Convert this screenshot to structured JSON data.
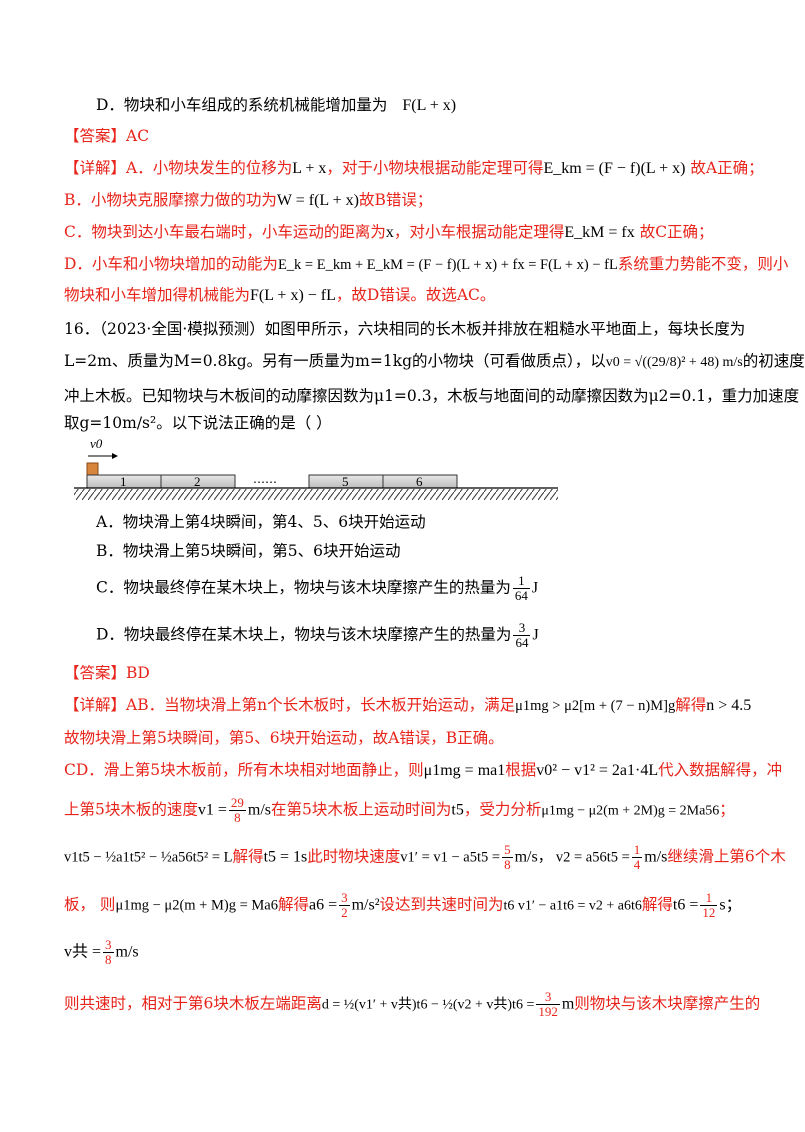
{
  "q15": {
    "option_d": "D．物块和小车组成的系统机械能增加量为",
    "option_d_expr": "F(L + x)",
    "answer": "【答案】AC",
    "detail_label": "【详解】",
    "detail_a1": "A．小物块发生的位移为",
    "detail_a1_expr": "L + x",
    "detail_a2": "，对于小物块根据动能定理可得",
    "detail_a2_expr": "E_km = (F − f)(L + x)",
    "detail_a3": "故A正确；",
    "detail_b1": "B．小物块克服摩擦力做的功为",
    "detail_b1_expr": "W = f(L + x)",
    "detail_b2": "故B错误；",
    "detail_c1": "C．物块到达小车最右端时，小车运动的距离为",
    "detail_c1_expr": "x",
    "detail_c2": "，对小车根据动能定理得",
    "detail_c2_expr": "E_kM = fx",
    "detail_c3": "故C正确；",
    "detail_d1": "D．小车和小物块增加的动能为",
    "detail_d1_expr": "E_k = E_km + E_kM = (F − f)(L + x) + fx = F(L + x) − fL",
    "detail_d2": "系统重力势能不变，则小",
    "detail_d3": "物块和小车增加得机械能为",
    "detail_d3_expr": "F(L + x) − fL",
    "detail_d4": "，故D错误。故选AC。"
  },
  "q16": {
    "stem1": "16．（2023·全国·模拟预测）如图甲所示，六块相同的长木板并排放在粗糙水平地面上，每块长度为",
    "stem2a": "L=2m、质量为M=0.8kg。另有一质量为m=1kg的小物块（可看做质点），以",
    "stem2_expr": "v0 = √((29/8)² + 48) m/s",
    "stem2b": "的初速度",
    "stem3": "冲上木板。已知物块与木板间的动摩擦因数为μ1=0.3，木板与地面间的动摩擦因数为μ2=0.1，重力加速度",
    "stem4": "取g=10m/s²。以下说法正确的是（      ）",
    "figure": {
      "v0_label": "v0",
      "boards": [
        "1",
        "2",
        "5",
        "6"
      ],
      "ellipsis": "……"
    },
    "option_a": "A．物块滑上第4块瞬间，第4、5、6块开始运动",
    "option_b": "B．物块滑上第5块瞬间，第5、6块开始运动",
    "option_c": "C．物块最终停在某木块上，物块与该木块摩擦产生的热量为",
    "option_c_frac": [
      "1",
      "64"
    ],
    "option_c_unit": "J",
    "option_d": "D．物块最终停在某木块上，物块与该木块摩擦产生的热量为",
    "option_d_frac": [
      "3",
      "64"
    ],
    "option_d_unit": "J",
    "answer": "【答案】BD",
    "detail_label": "【详解】",
    "ab1": "AB．当物块滑上第n个长木板时，长木板开始运动，满足",
    "ab1_expr": "μ1mg > μ2[m + (7 − n)M]g",
    "ab2": "解得",
    "ab2_expr": "n > 4.5",
    "ab3": "故物块滑上第5块瞬间，第5、6块开始运动，故A错误，B正确。",
    "cd1": "CD．滑上第5块木板前，所有木块相对地面静止，则",
    "cd1_expr": "μ1mg = ma1",
    "cd2": "根据",
    "cd2_expr": "v0² − v1² = 2a1·4L",
    "cd3": "代入数据解得，冲",
    "cd4": "上第5块木板的速度",
    "cd4_expr_lhs": "v1 =",
    "cd4_frac": [
      "29",
      "8"
    ],
    "cd4_unit": "m/s",
    "cd5": "在第5块木板上运动时间为",
    "cd5_expr": "t5",
    "cd6": "，受力分析",
    "cd6_expr": "μ1mg − μ2(m + 2M)g = 2Ma56",
    "cd7": "；",
    "l1_expr": "v1t5 − ½a1t5² − ½a56t5² = L",
    "l2": "解得",
    "l2_expr": "t5 = 1s",
    "l3": "此时物块速度",
    "l3_expr": "v1′ = v1 − a5t5 =",
    "l3_frac": [
      "5",
      "8"
    ],
    "l3_unit": "m/s",
    "l4_expr": "，  v2 = a56t5 =",
    "l4_frac": [
      "1",
      "4"
    ],
    "l4_unit": "m/s",
    "l5": "继续滑上第6个木",
    "m1": "板，  则",
    "m1_expr": "μ1mg − μ2(m + M)g = Ma6",
    "m2": "解得",
    "m2_expr": "a6 =",
    "m2_frac": [
      "3",
      "2"
    ],
    "m2_unit": "m/s²",
    "m3": "设达到共速时间为",
    "m3_expr": "t6  v1′ − a1t6 = v2 + a6t6",
    "m4": "解得",
    "m4_expr": "t6 =",
    "m4_frac": [
      "1",
      "12"
    ],
    "m4_unit": "s；",
    "v_expr": "v共 =",
    "v_frac": [
      "3",
      "8"
    ],
    "v_unit": "m/s",
    "last1": "则共速时，相对于第6块木板左端距离",
    "last_expr": "d = ½(v1′ + v共)t6 − ½(v2 + v共)t6 =",
    "last_frac": [
      "3",
      "192"
    ],
    "last_unit": "m",
    "last2": "则物块与该木块摩擦产生的"
  }
}
